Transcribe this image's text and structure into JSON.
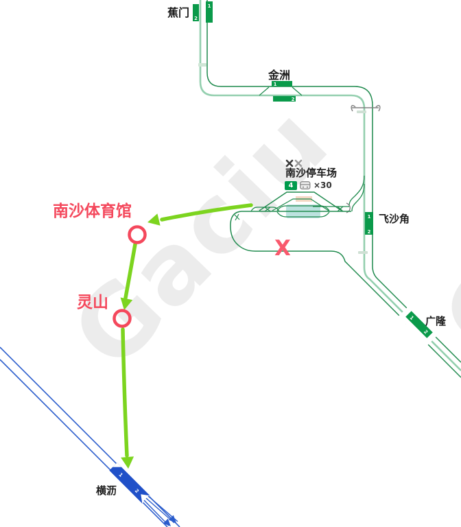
{
  "watermark": {
    "text": "Gaciu"
  },
  "stations": {
    "jiaomen": {
      "label": "蕉门",
      "platform_1": "1",
      "platform_2": "2"
    },
    "jinzhou": {
      "label": "金洲",
      "platform_1": "1",
      "platform_2": "2"
    },
    "feishajiao": {
      "label": "飞沙角",
      "platform_1": "1",
      "platform_2": "2"
    },
    "guanglong": {
      "label": "广隆",
      "platform_1": "1",
      "platform_2": "2"
    },
    "hengli": {
      "label": "横沥",
      "platform_1": "1",
      "platform_2": "2"
    }
  },
  "depot": {
    "name": "南沙停车场",
    "line_badge": "4",
    "trainset_count": "×30"
  },
  "annotations": {
    "proposed_station_a": "南沙体育馆",
    "proposed_station_b": "灵山",
    "rejected_mark": "X"
  },
  "colors": {
    "track_green_dark": "#1f8a4d",
    "track_green_light": "#93cfae",
    "platform_green": "#0a9a4a",
    "badge_green": "#009b4c",
    "track_blue": "#2a5ccc",
    "platform_blue": "#2050c8",
    "annotation_red": "#f4485c",
    "arrow_green": "#7cd41f",
    "shed_teal": "#9fd6d2",
    "shed_pink": "#f4d8c4",
    "watermark_gray": "#ececec"
  }
}
